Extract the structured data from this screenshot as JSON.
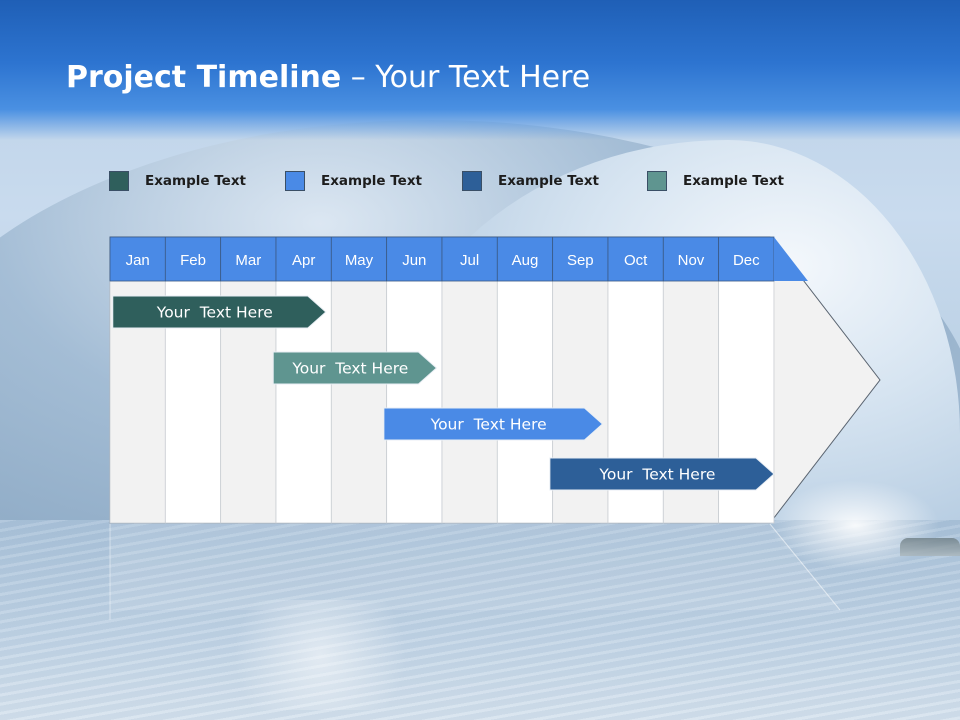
{
  "title": {
    "bold": "Project Timeline",
    "rest": " – Your Text Here"
  },
  "legend": [
    {
      "label": "Example Text",
      "color": "#2f5f5c"
    },
    {
      "label": "Example Text",
      "color": "#4a8ae6"
    },
    {
      "label": "Example Text",
      "color": "#2d5f98"
    },
    {
      "label": "Example Text",
      "color": "#5f9590"
    }
  ],
  "months": [
    "Jan",
    "Feb",
    "Mar",
    "Apr",
    "May",
    "Jun",
    "Jul",
    "Aug",
    "Sep",
    "Oct",
    "Nov",
    "Dec"
  ],
  "tasks": [
    {
      "label": "Your  Text Here",
      "start": 0.05,
      "end": 3.9,
      "color": "#2f5f5c"
    },
    {
      "label": "Your  Text Here",
      "start": 2.95,
      "end": 5.9,
      "color": "#5f9590"
    },
    {
      "label": "Your  Text Here",
      "start": 4.95,
      "end": 8.9,
      "color": "#4a8ae6"
    },
    {
      "label": "Your  Text Here",
      "start": 7.95,
      "end": 12.0,
      "color": "#2d5f98"
    }
  ],
  "colors": {
    "header": "#2d74d0",
    "month_header": "#4a8ae6",
    "column_light": "#f2f2f2",
    "column_white": "#ffffff"
  }
}
